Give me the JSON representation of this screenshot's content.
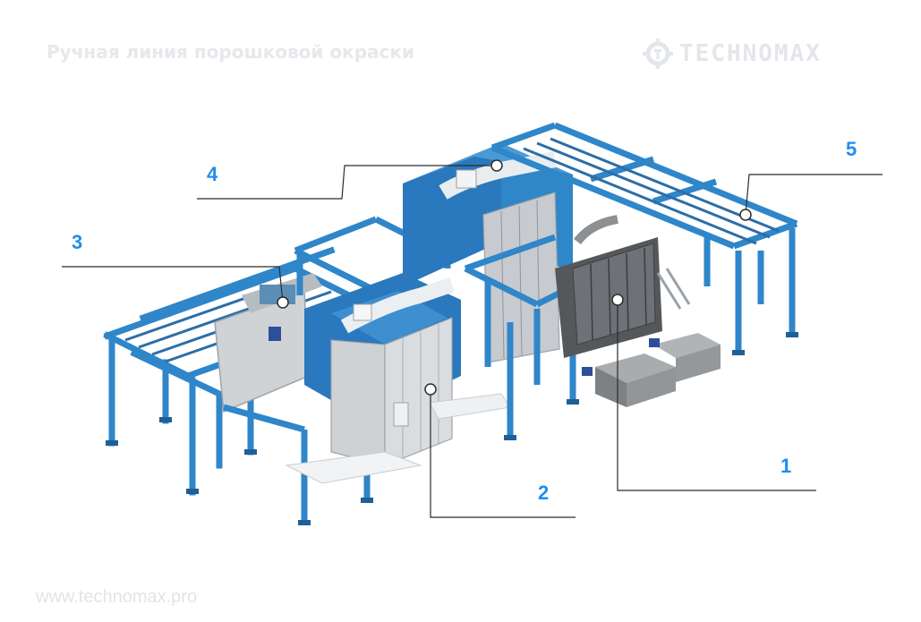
{
  "header": {
    "title": "Ручная линия порошковой окраски",
    "logo_text": "TECHNOMAX",
    "logo_icon": "gear-icon"
  },
  "footer": {
    "website": "www.technomax.pro"
  },
  "callouts": [
    {
      "number": "1"
    },
    {
      "number": "2"
    },
    {
      "number": "3"
    },
    {
      "number": "4"
    },
    {
      "number": "5"
    }
  ],
  "colors": {
    "accent": "#1e8ef0",
    "frame_blue": "#2f86c9",
    "booth_blue": "#2a78bd",
    "panel_grey": "#c9cdd1",
    "tank_grey": "#8d8f90",
    "watermark": "#e4e6ea"
  }
}
